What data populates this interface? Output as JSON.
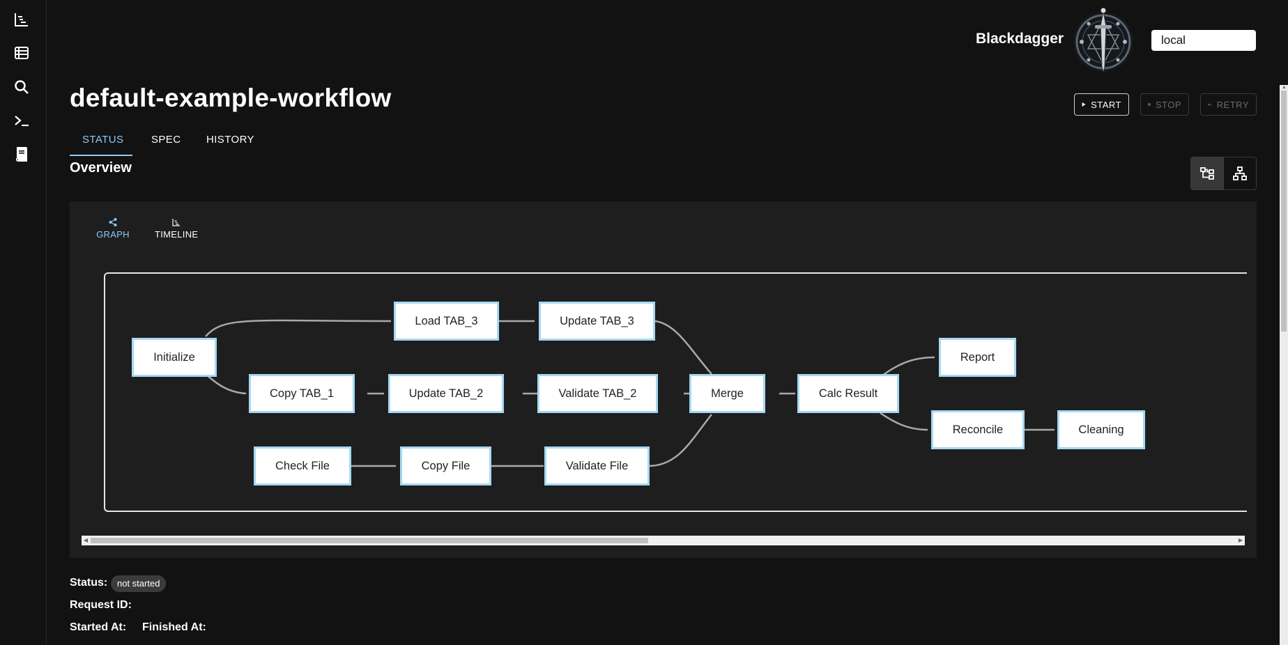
{
  "sidebar": {
    "items": [
      {
        "icon": "timeline-icon"
      },
      {
        "icon": "table-list-icon"
      },
      {
        "icon": "search-icon"
      },
      {
        "icon": "terminal-icon"
      },
      {
        "icon": "book-icon"
      }
    ]
  },
  "header": {
    "brand": "Blackdagger",
    "environment": "local"
  },
  "page": {
    "title": "default-example-workflow"
  },
  "actions": {
    "start": "START",
    "stop": "STOP",
    "retry": "RETRY"
  },
  "tabs": [
    {
      "label": "STATUS",
      "active": true
    },
    {
      "label": "SPEC",
      "active": false
    },
    {
      "label": "HISTORY",
      "active": false
    }
  ],
  "overview": {
    "title": "Overview",
    "view_toggle": [
      "flowchart-horizontal-icon",
      "flowchart-vertical-icon"
    ],
    "subtabs": [
      {
        "label": "GRAPH",
        "icon": "share-nodes-icon",
        "active": true
      },
      {
        "label": "TIMELINE",
        "icon": "timeline-icon",
        "active": false
      }
    ]
  },
  "graph": {
    "nodes": {
      "initialize": "Initialize",
      "load_tab3": "Load TAB_3",
      "update_tab3": "Update TAB_3",
      "copy_tab1": "Copy TAB_1",
      "update_tab2": "Update TAB_2",
      "validate_tab2": "Validate TAB_2",
      "merge": "Merge",
      "calc_result": "Calc Result",
      "report": "Report",
      "reconcile": "Reconcile",
      "cleaning": "Cleaning",
      "check_file": "Check File",
      "copy_file": "Copy File",
      "validate_file": "Validate File"
    },
    "edges": [
      [
        "initialize",
        "load_tab3"
      ],
      [
        "initialize",
        "copy_tab1"
      ],
      [
        "load_tab3",
        "update_tab3"
      ],
      [
        "copy_tab1",
        "update_tab2"
      ],
      [
        "update_tab2",
        "validate_tab2"
      ],
      [
        "check_file",
        "copy_file"
      ],
      [
        "copy_file",
        "validate_file"
      ],
      [
        "update_tab3",
        "merge"
      ],
      [
        "validate_tab2",
        "merge"
      ],
      [
        "validate_file",
        "merge"
      ],
      [
        "merge",
        "calc_result"
      ],
      [
        "calc_result",
        "report"
      ],
      [
        "calc_result",
        "reconcile"
      ],
      [
        "reconcile",
        "cleaning"
      ]
    ]
  },
  "details": {
    "status_label": "Status:",
    "status_value": "not started",
    "request_id_label": "Request ID:",
    "started_at_label": "Started At:",
    "finished_at_label": "Finished At:"
  },
  "colors": {
    "background": "#121212",
    "panel": "#1e1e1e",
    "accent": "#90caf9",
    "node_border": "#a6d9f2"
  }
}
